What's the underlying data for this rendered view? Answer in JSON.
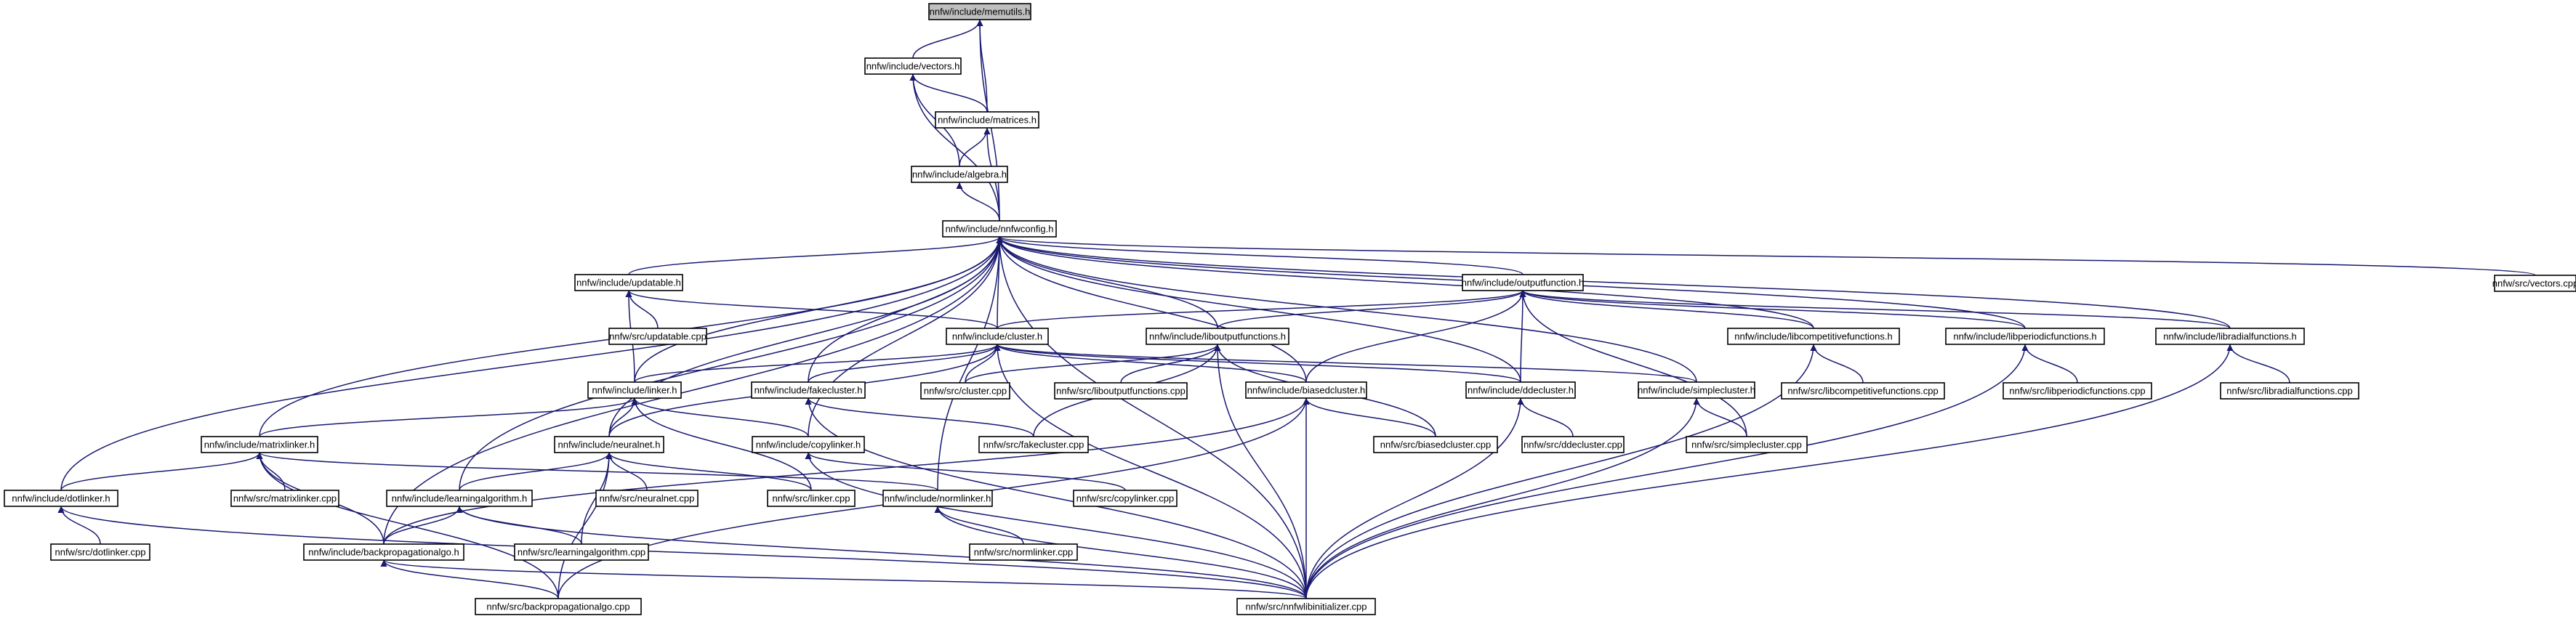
{
  "diagram": {
    "nodes": [
      {
        "id": "memutils",
        "label": "nnfw/include/memutils.h",
        "root": true
      },
      {
        "id": "vectors",
        "label": "nnfw/include/vectors.h"
      },
      {
        "id": "matrices",
        "label": "nnfw/include/matrices.h"
      },
      {
        "id": "algebra",
        "label": "nnfw/include/algebra.h"
      },
      {
        "id": "nnfwconfig",
        "label": "nnfw/include/nnfwconfig.h"
      },
      {
        "id": "updatable",
        "label": "nnfw/include/updatable.h"
      },
      {
        "id": "outputfunction",
        "label": "nnfw/include/outputfunction.h"
      },
      {
        "id": "vectorscpp",
        "label": "nnfw/src/vectors.cpp"
      },
      {
        "id": "updatablecpp",
        "label": "nnfw/src/updatable.cpp"
      },
      {
        "id": "cluster",
        "label": "nnfw/include/cluster.h"
      },
      {
        "id": "liboutput",
        "label": "nnfw/include/liboutputfunctions.h"
      },
      {
        "id": "libcompetitive",
        "label": "nnfw/include/libcompetitivefunctions.h"
      },
      {
        "id": "libperiodic",
        "label": "nnfw/include/libperiodicfunctions.h"
      },
      {
        "id": "libradial",
        "label": "nnfw/include/libradialfunctions.h"
      },
      {
        "id": "linker",
        "label": "nnfw/include/linker.h"
      },
      {
        "id": "fakecluster",
        "label": "nnfw/include/fakecluster.h"
      },
      {
        "id": "clustercpp",
        "label": "nnfw/src/cluster.cpp"
      },
      {
        "id": "liboutputcpp",
        "label": "nnfw/src/liboutputfunctions.cpp"
      },
      {
        "id": "biasedcluster",
        "label": "nnfw/include/biasedcluster.h"
      },
      {
        "id": "ddecluster",
        "label": "nnfw/include/ddecluster.h"
      },
      {
        "id": "simplecluster",
        "label": "nnfw/include/simplecluster.h"
      },
      {
        "id": "libcompetitivecpp",
        "label": "nnfw/src/libcompetitivefunctions.cpp"
      },
      {
        "id": "libperiodiccpp",
        "label": "nnfw/src/libperiodicfunctions.cpp"
      },
      {
        "id": "libradialcpp",
        "label": "nnfw/src/libradialfunctions.cpp"
      },
      {
        "id": "matrixlinker",
        "label": "nnfw/include/matrixlinker.h"
      },
      {
        "id": "neuralnet",
        "label": "nnfw/include/neuralnet.h"
      },
      {
        "id": "copylinker",
        "label": "nnfw/include/copylinker.h"
      },
      {
        "id": "fakeclustercpp",
        "label": "nnfw/src/fakecluster.cpp"
      },
      {
        "id": "biasedclustercpp",
        "label": "nnfw/src/biasedcluster.cpp"
      },
      {
        "id": "ddeclustercpp",
        "label": "nnfw/src/ddecluster.cpp"
      },
      {
        "id": "simpleclustercpp",
        "label": "nnfw/src/simplecluster.cpp"
      },
      {
        "id": "dotlinker",
        "label": "nnfw/include/dotlinker.h"
      },
      {
        "id": "matrixlinkercpp",
        "label": "nnfw/src/matrixlinker.cpp"
      },
      {
        "id": "learningalgorithm",
        "label": "nnfw/include/learningalgorithm.h"
      },
      {
        "id": "neuralnetcpp",
        "label": "nnfw/src/neuralnet.cpp"
      },
      {
        "id": "linkercpp",
        "label": "nnfw/src/linker.cpp"
      },
      {
        "id": "normlinker",
        "label": "nnfw/include/normlinker.h"
      },
      {
        "id": "copylinkercpp",
        "label": "nnfw/src/copylinker.cpp"
      },
      {
        "id": "dotlinkercpp",
        "label": "nnfw/src/dotlinker.cpp"
      },
      {
        "id": "backprop",
        "label": "nnfw/include/backpropagationalgo.h"
      },
      {
        "id": "learningalgorithmcpp",
        "label": "nnfw/src/learningalgorithm.cpp"
      },
      {
        "id": "normlinkercpp",
        "label": "nnfw/src/normlinker.cpp"
      },
      {
        "id": "backpropcpp",
        "label": "nnfw/src/backpropagationalgo.cpp"
      },
      {
        "id": "initializer",
        "label": "nnfw/src/nnfwlibinitializer.cpp"
      }
    ],
    "edges": [
      [
        "memutils",
        "vectors"
      ],
      [
        "memutils",
        "matrices"
      ],
      [
        "memutils",
        "nnfwconfig"
      ],
      [
        "vectors",
        "matrices"
      ],
      [
        "vectors",
        "algebra"
      ],
      [
        "vectors",
        "nnfwconfig"
      ],
      [
        "matrices",
        "algebra"
      ],
      [
        "matrices",
        "nnfwconfig"
      ],
      [
        "algebra",
        "nnfwconfig"
      ],
      [
        "nnfwconfig",
        "updatable"
      ],
      [
        "nnfwconfig",
        "outputfunction"
      ],
      [
        "nnfwconfig",
        "vectorscpp"
      ],
      [
        "nnfwconfig",
        "cluster"
      ],
      [
        "nnfwconfig",
        "liboutput"
      ],
      [
        "nnfwconfig",
        "libcompetitive"
      ],
      [
        "nnfwconfig",
        "libperiodic"
      ],
      [
        "nnfwconfig",
        "libradial"
      ],
      [
        "nnfwconfig",
        "linker"
      ],
      [
        "nnfwconfig",
        "fakecluster"
      ],
      [
        "nnfwconfig",
        "biasedcluster"
      ],
      [
        "nnfwconfig",
        "ddecluster"
      ],
      [
        "nnfwconfig",
        "simplecluster"
      ],
      [
        "nnfwconfig",
        "matrixlinker"
      ],
      [
        "nnfwconfig",
        "neuralnet"
      ],
      [
        "nnfwconfig",
        "copylinker"
      ],
      [
        "nnfwconfig",
        "dotlinker"
      ],
      [
        "nnfwconfig",
        "learningalgorithm"
      ],
      [
        "nnfwconfig",
        "normlinker"
      ],
      [
        "nnfwconfig",
        "backprop"
      ],
      [
        "nnfwconfig",
        "initializer"
      ],
      [
        "updatable",
        "updatablecpp"
      ],
      [
        "updatable",
        "cluster"
      ],
      [
        "updatable",
        "linker"
      ],
      [
        "outputfunction",
        "cluster"
      ],
      [
        "outputfunction",
        "liboutput"
      ],
      [
        "outputfunction",
        "libcompetitive"
      ],
      [
        "outputfunction",
        "libperiodic"
      ],
      [
        "outputfunction",
        "libradial"
      ],
      [
        "outputfunction",
        "biasedcluster"
      ],
      [
        "outputfunction",
        "ddecluster"
      ],
      [
        "outputfunction",
        "simpleclustercpp"
      ],
      [
        "cluster",
        "linker"
      ],
      [
        "cluster",
        "fakecluster"
      ],
      [
        "cluster",
        "clustercpp"
      ],
      [
        "cluster",
        "biasedcluster"
      ],
      [
        "cluster",
        "ddecluster"
      ],
      [
        "cluster",
        "simplecluster"
      ],
      [
        "cluster",
        "neuralnet"
      ],
      [
        "cluster",
        "initializer"
      ],
      [
        "liboutput",
        "liboutputcpp"
      ],
      [
        "liboutput",
        "clustercpp"
      ],
      [
        "liboutput",
        "biasedclustercpp"
      ],
      [
        "liboutput",
        "fakeclustercpp"
      ],
      [
        "liboutput",
        "initializer"
      ],
      [
        "libcompetitive",
        "libcompetitivecpp"
      ],
      [
        "libcompetitive",
        "initializer"
      ],
      [
        "libperiodic",
        "libperiodiccpp"
      ],
      [
        "libperiodic",
        "initializer"
      ],
      [
        "libradial",
        "libradialcpp"
      ],
      [
        "libradial",
        "initializer"
      ],
      [
        "linker",
        "matrixlinker"
      ],
      [
        "linker",
        "neuralnet"
      ],
      [
        "linker",
        "copylinker"
      ],
      [
        "linker",
        "linkercpp"
      ],
      [
        "fakecluster",
        "fakeclustercpp"
      ],
      [
        "fakecluster",
        "initializer"
      ],
      [
        "biasedcluster",
        "biasedclustercpp"
      ],
      [
        "biasedcluster",
        "initializer"
      ],
      [
        "biasedcluster",
        "backprop"
      ],
      [
        "biasedcluster",
        "backpropcpp"
      ],
      [
        "ddecluster",
        "ddeclustercpp"
      ],
      [
        "ddecluster",
        "initializer"
      ],
      [
        "simplecluster",
        "simpleclustercpp"
      ],
      [
        "simplecluster",
        "initializer"
      ],
      [
        "matrixlinker",
        "matrixlinkercpp"
      ],
      [
        "matrixlinker",
        "dotlinker"
      ],
      [
        "matrixlinker",
        "normlinker"
      ],
      [
        "matrixlinker",
        "backprop"
      ],
      [
        "matrixlinker",
        "backpropcpp"
      ],
      [
        "neuralnet",
        "neuralnetcpp"
      ],
      [
        "neuralnet",
        "learningalgorithm"
      ],
      [
        "neuralnet",
        "linkercpp"
      ],
      [
        "neuralnet",
        "learningalgorithmcpp"
      ],
      [
        "neuralnet",
        "backpropcpp"
      ],
      [
        "copylinker",
        "copylinkercpp"
      ],
      [
        "copylinker",
        "initializer"
      ],
      [
        "dotlinker",
        "dotlinkercpp"
      ],
      [
        "dotlinker",
        "initializer"
      ],
      [
        "learningalgorithm",
        "backprop"
      ],
      [
        "learningalgorithm",
        "learningalgorithmcpp"
      ],
      [
        "learningalgorithm",
        "initializer"
      ],
      [
        "normlinker",
        "normlinkercpp"
      ],
      [
        "normlinker",
        "initializer"
      ],
      [
        "backprop",
        "backpropcpp"
      ],
      [
        "backprop",
        "initializer"
      ]
    ]
  }
}
